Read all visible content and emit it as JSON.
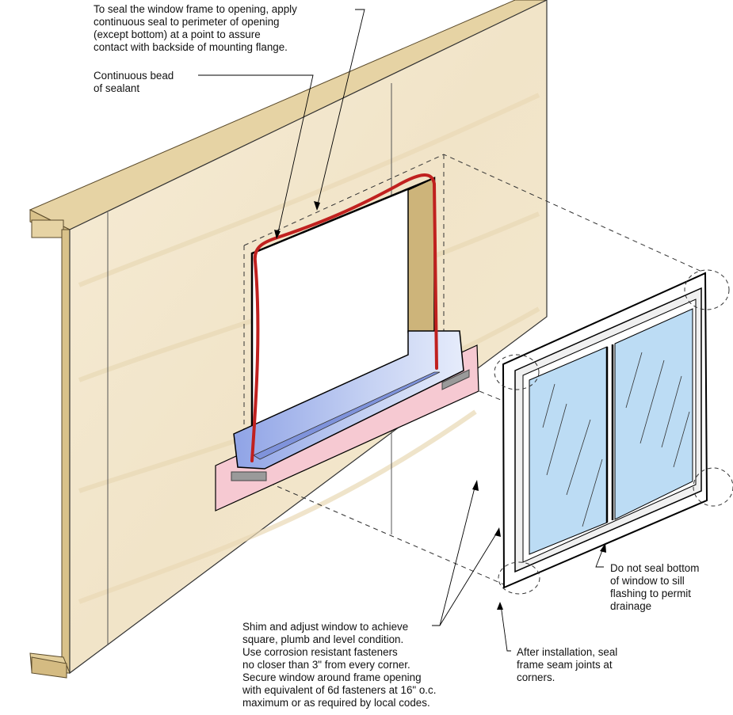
{
  "callouts": {
    "seal_frame": "To seal the window frame to opening, apply\ncontinuous seal to perimeter of opening\n(except bottom) at a point to assure\ncontact with backside of mounting flange.",
    "bead": "Continuous bead\nof sealant",
    "shim": "Shim and adjust window to achieve\nsquare, plumb and level condition.\nUse corrosion resistant fasteners\nno closer than 3\" from every corner.\nSecure window around frame opening\nwith equivalent of 6d fasteners at 16\" o.c.\nmaximum or as required by local codes.",
    "seam_joints": "After installation, seal\nframe seam joints at\ncorners.",
    "bottom": "Do not seal bottom\nof window to sill\nflashing to permit\ndrainage"
  },
  "colors": {
    "sheathing": "#f3e8cf",
    "framing": "#e3cf9c",
    "framing_edge": "#c8b07a",
    "sealant": "#c0211f",
    "sill_flashing": "#f6c9d2",
    "sill_pan": "#a9b9ee",
    "glass": "#bcdcf4",
    "shim": "#9a9a9a",
    "line": "#000000"
  }
}
